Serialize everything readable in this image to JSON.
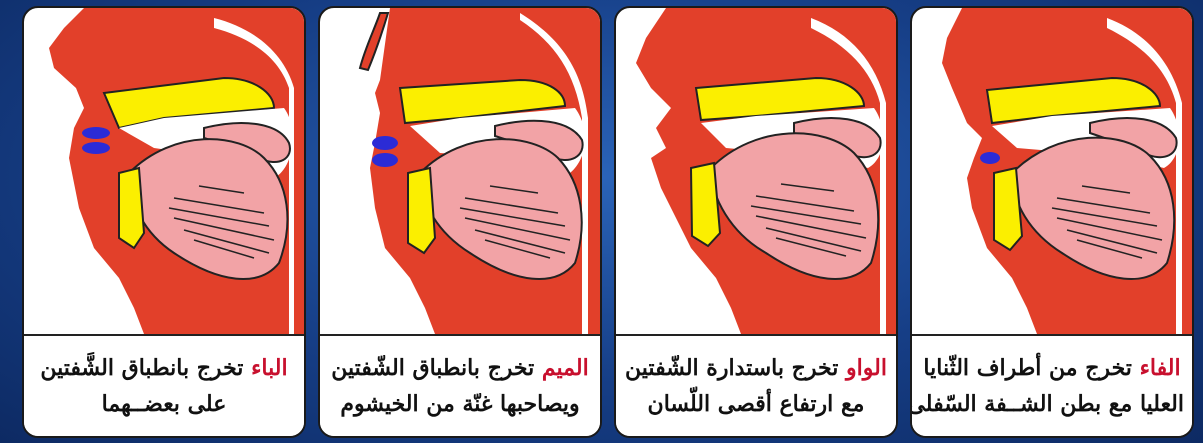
{
  "colors": {
    "flesh": "#e2402a",
    "bone": "#fbef00",
    "tongue": "#f2a3a6",
    "lips_contact": "#2b2bd6",
    "letter_name": "#c8102e"
  },
  "panels": [
    {
      "letter": "الباء",
      "line1_rest": "تخرج بانطباق الشَّفتين",
      "line2": "على بعضــهما"
    },
    {
      "letter": "الميم",
      "line1_rest": "تخرج بانطباق الشّفتين",
      "line2": "ويصاحبها غنّة من الخيشوم"
    },
    {
      "letter": "الواو",
      "line1_rest": "تخرج باستدارة الشّفتين",
      "line2": "مع ارتفاع أقصى اللّسان"
    },
    {
      "letter": "الفاء",
      "line1_rest": "تخرج من أطراف الثّنايا",
      "line2": "العليا مع بطن الشــفة السّفلى"
    }
  ]
}
